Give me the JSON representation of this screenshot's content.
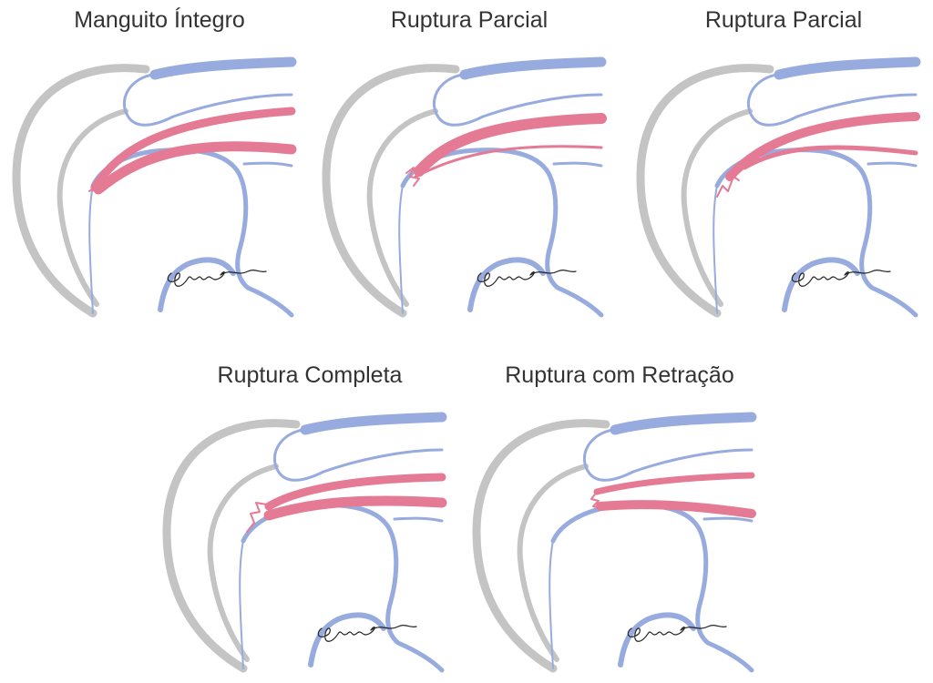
{
  "panels": [
    {
      "title": "Manguito Íntegro",
      "stage": "intact"
    },
    {
      "title": "Ruptura Parcial",
      "stage": "partial-bursal"
    },
    {
      "title": "Ruptura Parcial",
      "stage": "partial-articular"
    },
    {
      "title": "Ruptura Completa",
      "stage": "complete"
    },
    {
      "title": "Ruptura com Retração",
      "stage": "retracted"
    }
  ],
  "signature": "Augusto",
  "colors": {
    "bone_gray": "#c4c4c4",
    "bone_blue": "#98abde",
    "tendon_pink": "#e57a95",
    "signature": "#222222",
    "title_text": "#333333"
  }
}
